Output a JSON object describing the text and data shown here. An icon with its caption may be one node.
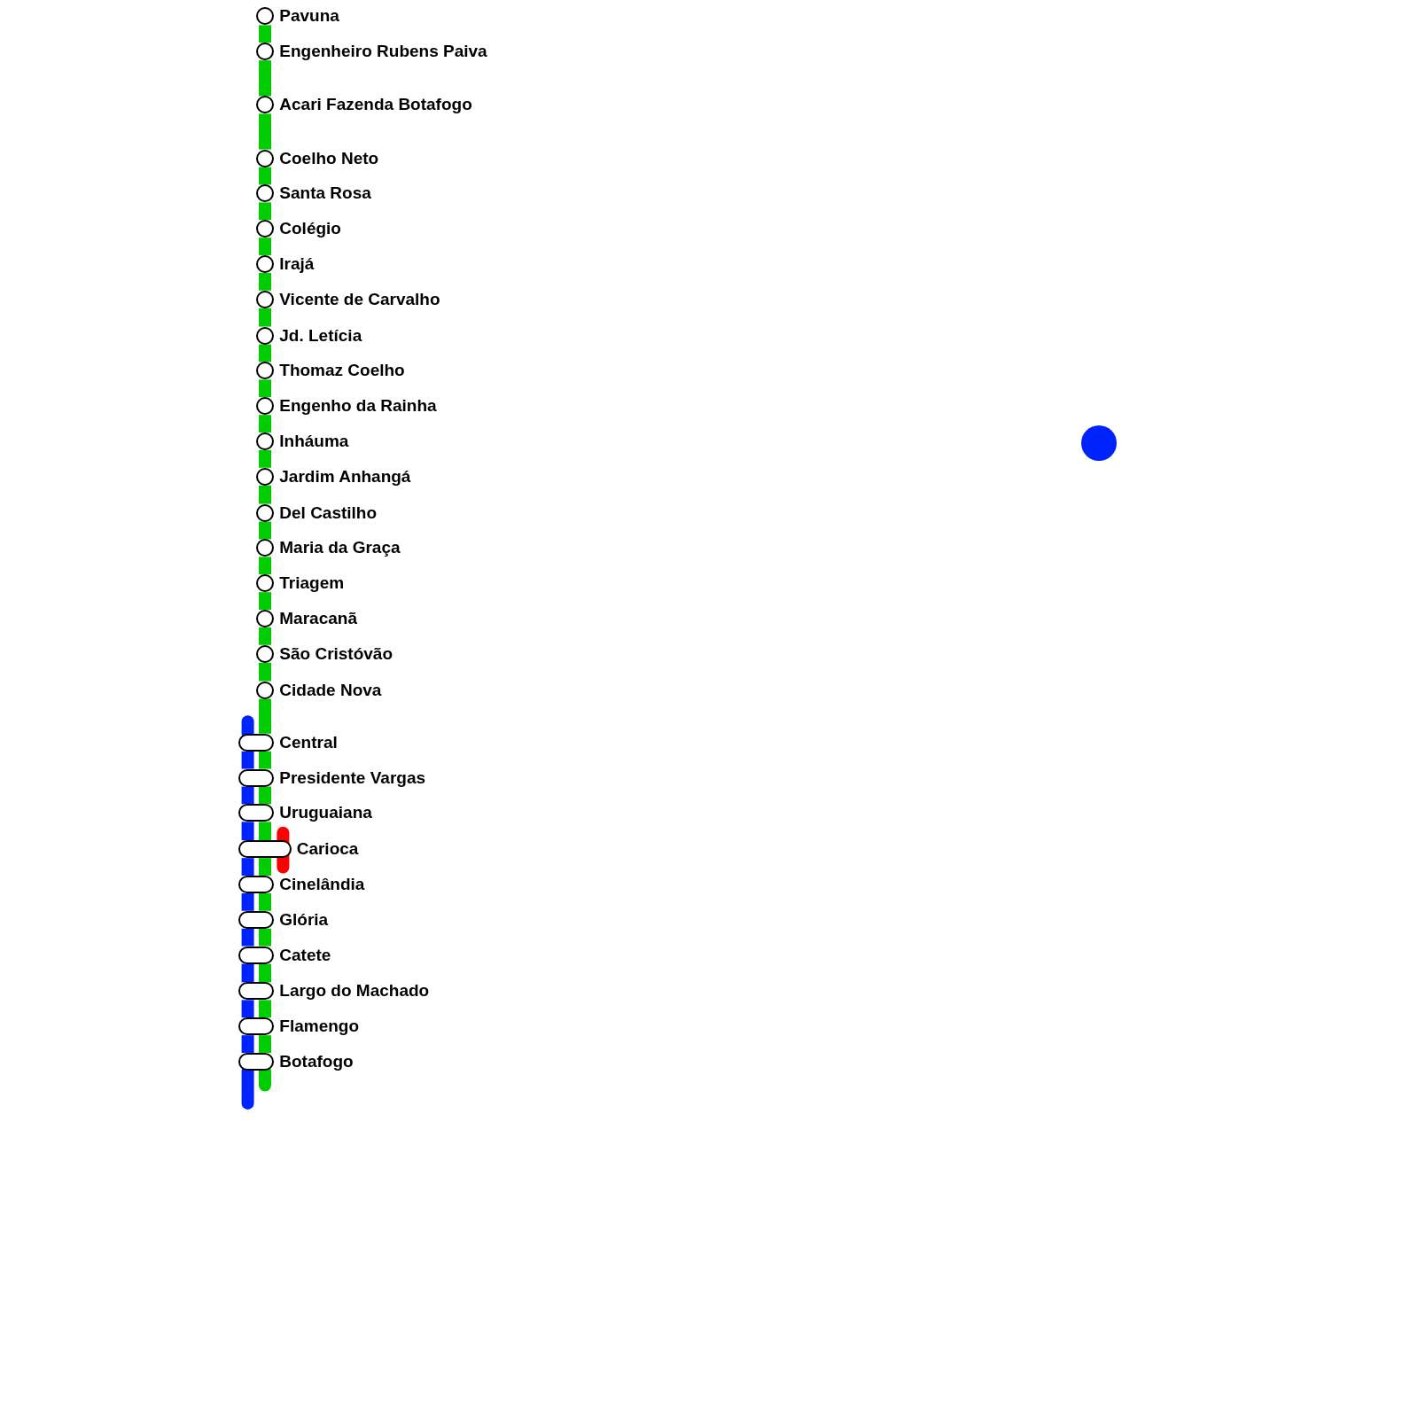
{
  "diagram": {
    "nodes": [
      {
        "text": [
          "Pavuna"
        ]
      },
      {
        "text": [
          "Engenheiro Rubens Paiva"
        ]
      },
      {
        "text": [
          "Acari Fazenda Botafogo"
        ]
      },
      {
        "text": [
          "Coelho Neto"
        ]
      },
      {
        "text": [
          "Santa Rosa"
        ]
      },
      {
        "text": [
          "Colégio"
        ]
      },
      {
        "text": [
          "Irajá"
        ]
      },
      {
        "text": [
          "Vicente de Carvalho"
        ]
      },
      {
        "text": [
          "Jd. Letícia"
        ]
      },
      {
        "text": [
          "Thomaz Coelho"
        ]
      },
      {
        "text": [
          "Engenho da Rainha"
        ]
      },
      {
        "text": [
          "Inháuma"
        ]
      },
      {
        "text": [
          "Jardim Anhangá"
        ]
      },
      {
        "text": [
          "Del Castilho"
        ]
      },
      {
        "text": [
          "Maria da Graça"
        ]
      },
      {
        "text": [
          "Triagem"
        ]
      },
      {
        "text": [
          "Maracanã"
        ]
      },
      {
        "text": [
          "São Cristóvão"
        ]
      },
      {
        "text": [
          "Cidade Nova"
        ]
      },
      {
        "text": [
          "Central"
        ]
      },
      {
        "text": [
          "Presidente Vargas"
        ]
      },
      {
        "text": [
          "Uruguaiana"
        ]
      },
      {
        "text": [
          "Carioca"
        ]
      },
      {
        "text": [
          "Cinelândia"
        ]
      },
      {
        "text": [
          "Glória"
        ]
      },
      {
        "text": [
          "Catete"
        ]
      },
      {
        "text": [
          "Largo do Machado"
        ]
      },
      {
        "text": [
          "Flamengo"
        ]
      },
      {
        "text": [
          "Botafogo"
        ]
      },
      {
        "text": [],
        "shape": "circle"
      }
    ],
    "edges": [
      {
        "from": 0,
        "to": 1,
        "arrow": "none"
      },
      {
        "from": 1,
        "to": 2,
        "arrow": "none"
      },
      {
        "from": 2,
        "to": 3,
        "arrow": "none"
      },
      {
        "from": 3,
        "to": 4,
        "arrow": "none"
      },
      {
        "from": 4,
        "to": 5,
        "arrow": "none"
      },
      {
        "from": 5,
        "to": 6,
        "arrow": "none"
      },
      {
        "from": 6,
        "to": 7,
        "arrow": "none"
      },
      {
        "from": 7,
        "to": 8,
        "arrow": "none"
      },
      {
        "from": 8,
        "to": 9,
        "arrow": "none"
      },
      {
        "from": 9,
        "to": 10,
        "arrow": "none"
      },
      {
        "from": 10,
        "to": 11,
        "arrow": "none"
      },
      {
        "from": 11,
        "to": 12,
        "arrow": "none"
      },
      {
        "from": 12,
        "to": 13,
        "arrow": "none"
      },
      {
        "from": 13,
        "to": 14,
        "arrow": "none"
      },
      {
        "from": 14,
        "to": 15,
        "arrow": "none"
      },
      {
        "from": 15,
        "to": 16,
        "arrow": "none"
      },
      {
        "from": 16,
        "to": 17,
        "arrow": "none"
      },
      {
        "from": 17,
        "to": 18,
        "arrow": "none"
      },
      {
        "from": 18,
        "to": 19,
        "arrow": "none"
      },
      {
        "from": 19,
        "to": 20,
        "arrow": "none"
      },
      {
        "from": 20,
        "to": 21,
        "arrow": "none"
      },
      {
        "from": 21,
        "to": 22,
        "arrow": "none"
      },
      {
        "from": 22,
        "to": 23,
        "arrow": "none"
      },
      {
        "from": 23,
        "to": 24,
        "arrow": "none"
      },
      {
        "from": 24,
        "to": 25,
        "arrow": "none"
      },
      {
        "from": 25,
        "to": 26,
        "arrow": "none"
      },
      {
        "from": 26,
        "to": 27,
        "arrow": "none"
      },
      {
        "from": 27,
        "to": 28,
        "arrow": "none"
      },
      {
        "from": 19,
        "to": 20,
        "arrow": "none",
        "color": "#0022ff"
      },
      {
        "from": 20,
        "to": 21,
        "arrow": "none",
        "color": "#0022ff"
      },
      {
        "from": 21,
        "to": 22,
        "arrow": "none",
        "color": "#0022ff"
      },
      {
        "from": 22,
        "to": 23,
        "arrow": "none",
        "color": "#0022ff"
      },
      {
        "from": 23,
        "to": 24,
        "arrow": "none",
        "color": "#0022ff"
      },
      {
        "from": 24,
        "to": 25,
        "arrow": "none",
        "color": "#0022ff"
      },
      {
        "from": 25,
        "to": 26,
        "arrow": "none",
        "color": "#0022ff"
      },
      {
        "from": 26,
        "to": 27,
        "arrow": "none",
        "color": "#0022ff"
      },
      {
        "from": 27,
        "to": 28,
        "arrow": "none",
        "color": "#0022ff"
      }
    ]
  }
}
